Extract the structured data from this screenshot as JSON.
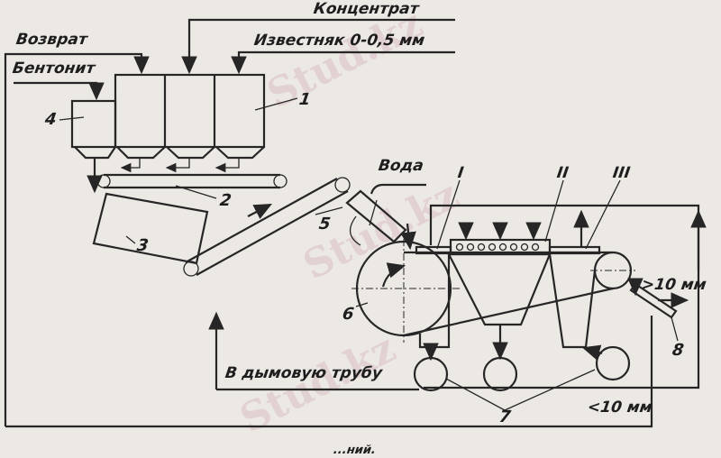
{
  "labels": {
    "concentrate": "Концентрат",
    "return": "Возврат",
    "limestone": "Известняк 0-0,5 мм",
    "bentonite": "Бентонит",
    "water": "Вода",
    "chimney": "В дымовую трубу",
    "over_10": ">10 мм",
    "under_10": "<10 мм",
    "zone_1": "I",
    "zone_2": "II",
    "zone_3": "III",
    "n1": "1",
    "n2": "2",
    "n3": "3",
    "n4": "4",
    "n5": "5",
    "n6": "6",
    "n7": "7",
    "n8": "8",
    "footer_fragment": "...ний."
  },
  "watermark": "Stud.kz",
  "colors": {
    "ink": "#262626",
    "paper": "#ece8e4"
  }
}
